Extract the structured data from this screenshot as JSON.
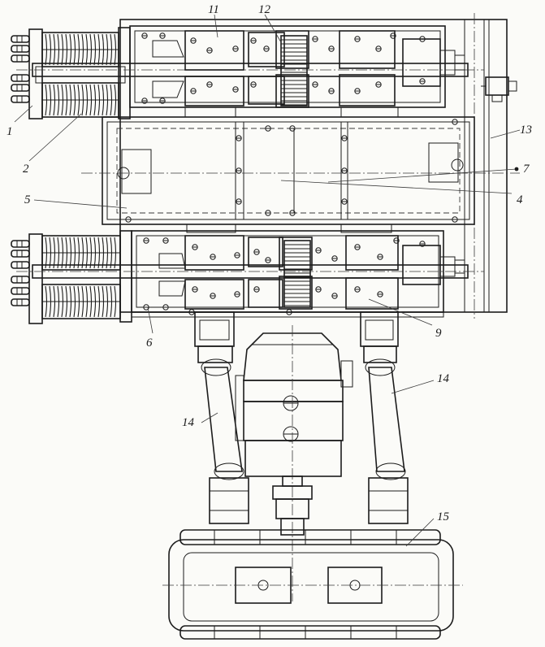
{
  "figure": {
    "callouts": [
      {
        "id": "c1",
        "text": "1"
      },
      {
        "id": "c2",
        "text": "2"
      },
      {
        "id": "c4",
        "text": "4"
      },
      {
        "id": "c5",
        "text": "5"
      },
      {
        "id": "c6",
        "text": "6"
      },
      {
        "id": "c7",
        "text": "7"
      },
      {
        "id": "c9",
        "text": "9"
      },
      {
        "id": "c11",
        "text": "11"
      },
      {
        "id": "c12",
        "text": "12"
      },
      {
        "id": "c13",
        "text": "13"
      },
      {
        "id": "c14a",
        "text": "14"
      },
      {
        "id": "c14b",
        "text": "14"
      },
      {
        "id": "c15",
        "text": "15"
      }
    ]
  }
}
